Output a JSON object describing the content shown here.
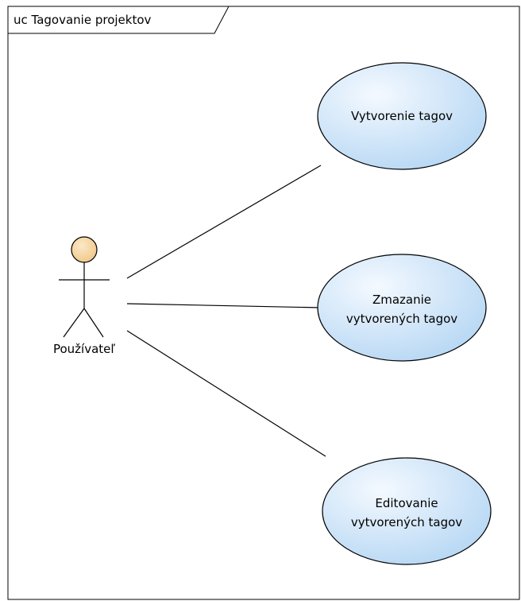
{
  "frame": {
    "title": "uc Tagovanie projektov"
  },
  "actor": {
    "name": "Používateľ"
  },
  "use_cases": [
    {
      "lines": [
        "Vytvorenie tagov"
      ]
    },
    {
      "lines": [
        "Zmazanie",
        "vytvorených tagov"
      ]
    },
    {
      "lines": [
        "Editovanie",
        "vytvorených tagov"
      ]
    }
  ],
  "colors": {
    "usecase_fill_light": "#f4f9ff",
    "usecase_fill_dark": "#b8d8f4",
    "actor_head_fill": "#f5d5a5",
    "line": "#000000"
  }
}
